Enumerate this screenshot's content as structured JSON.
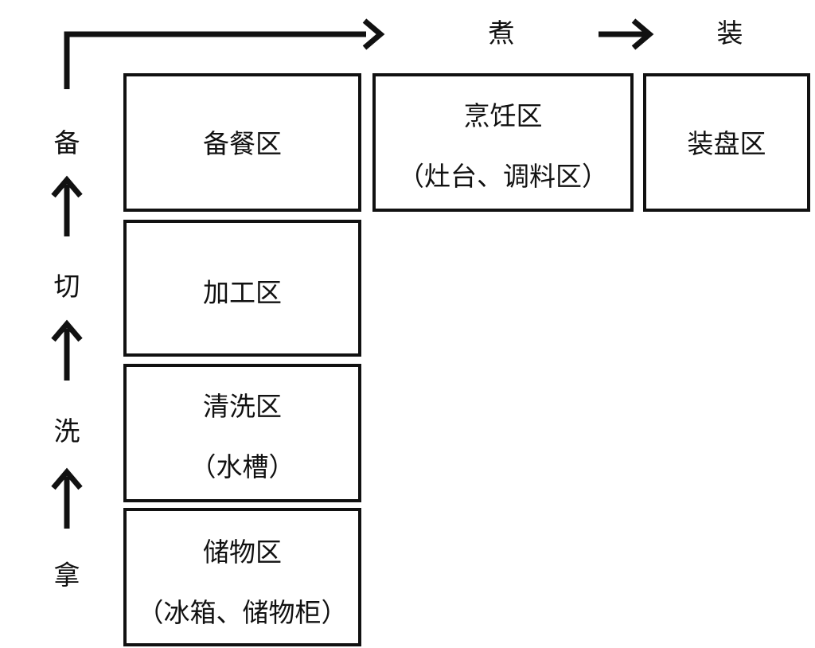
{
  "zones": {
    "prep": {
      "label": "备餐区"
    },
    "cooking": {
      "label": "烹饪区",
      "sub": "（灶台、调料区）"
    },
    "plating": {
      "label": "装盘区"
    },
    "processing": {
      "label": "加工区"
    },
    "washing": {
      "label": "清洗区",
      "sub": "（水槽）"
    },
    "storage": {
      "label": "储物区",
      "sub": "（冰箱、储物柜）"
    }
  },
  "steps": {
    "take": "拿",
    "wash": "洗",
    "cut": "切",
    "prepare": "备",
    "cook": "煮",
    "plate": "装"
  },
  "colors": {
    "stroke": "#111111",
    "background": "#ffffff"
  }
}
